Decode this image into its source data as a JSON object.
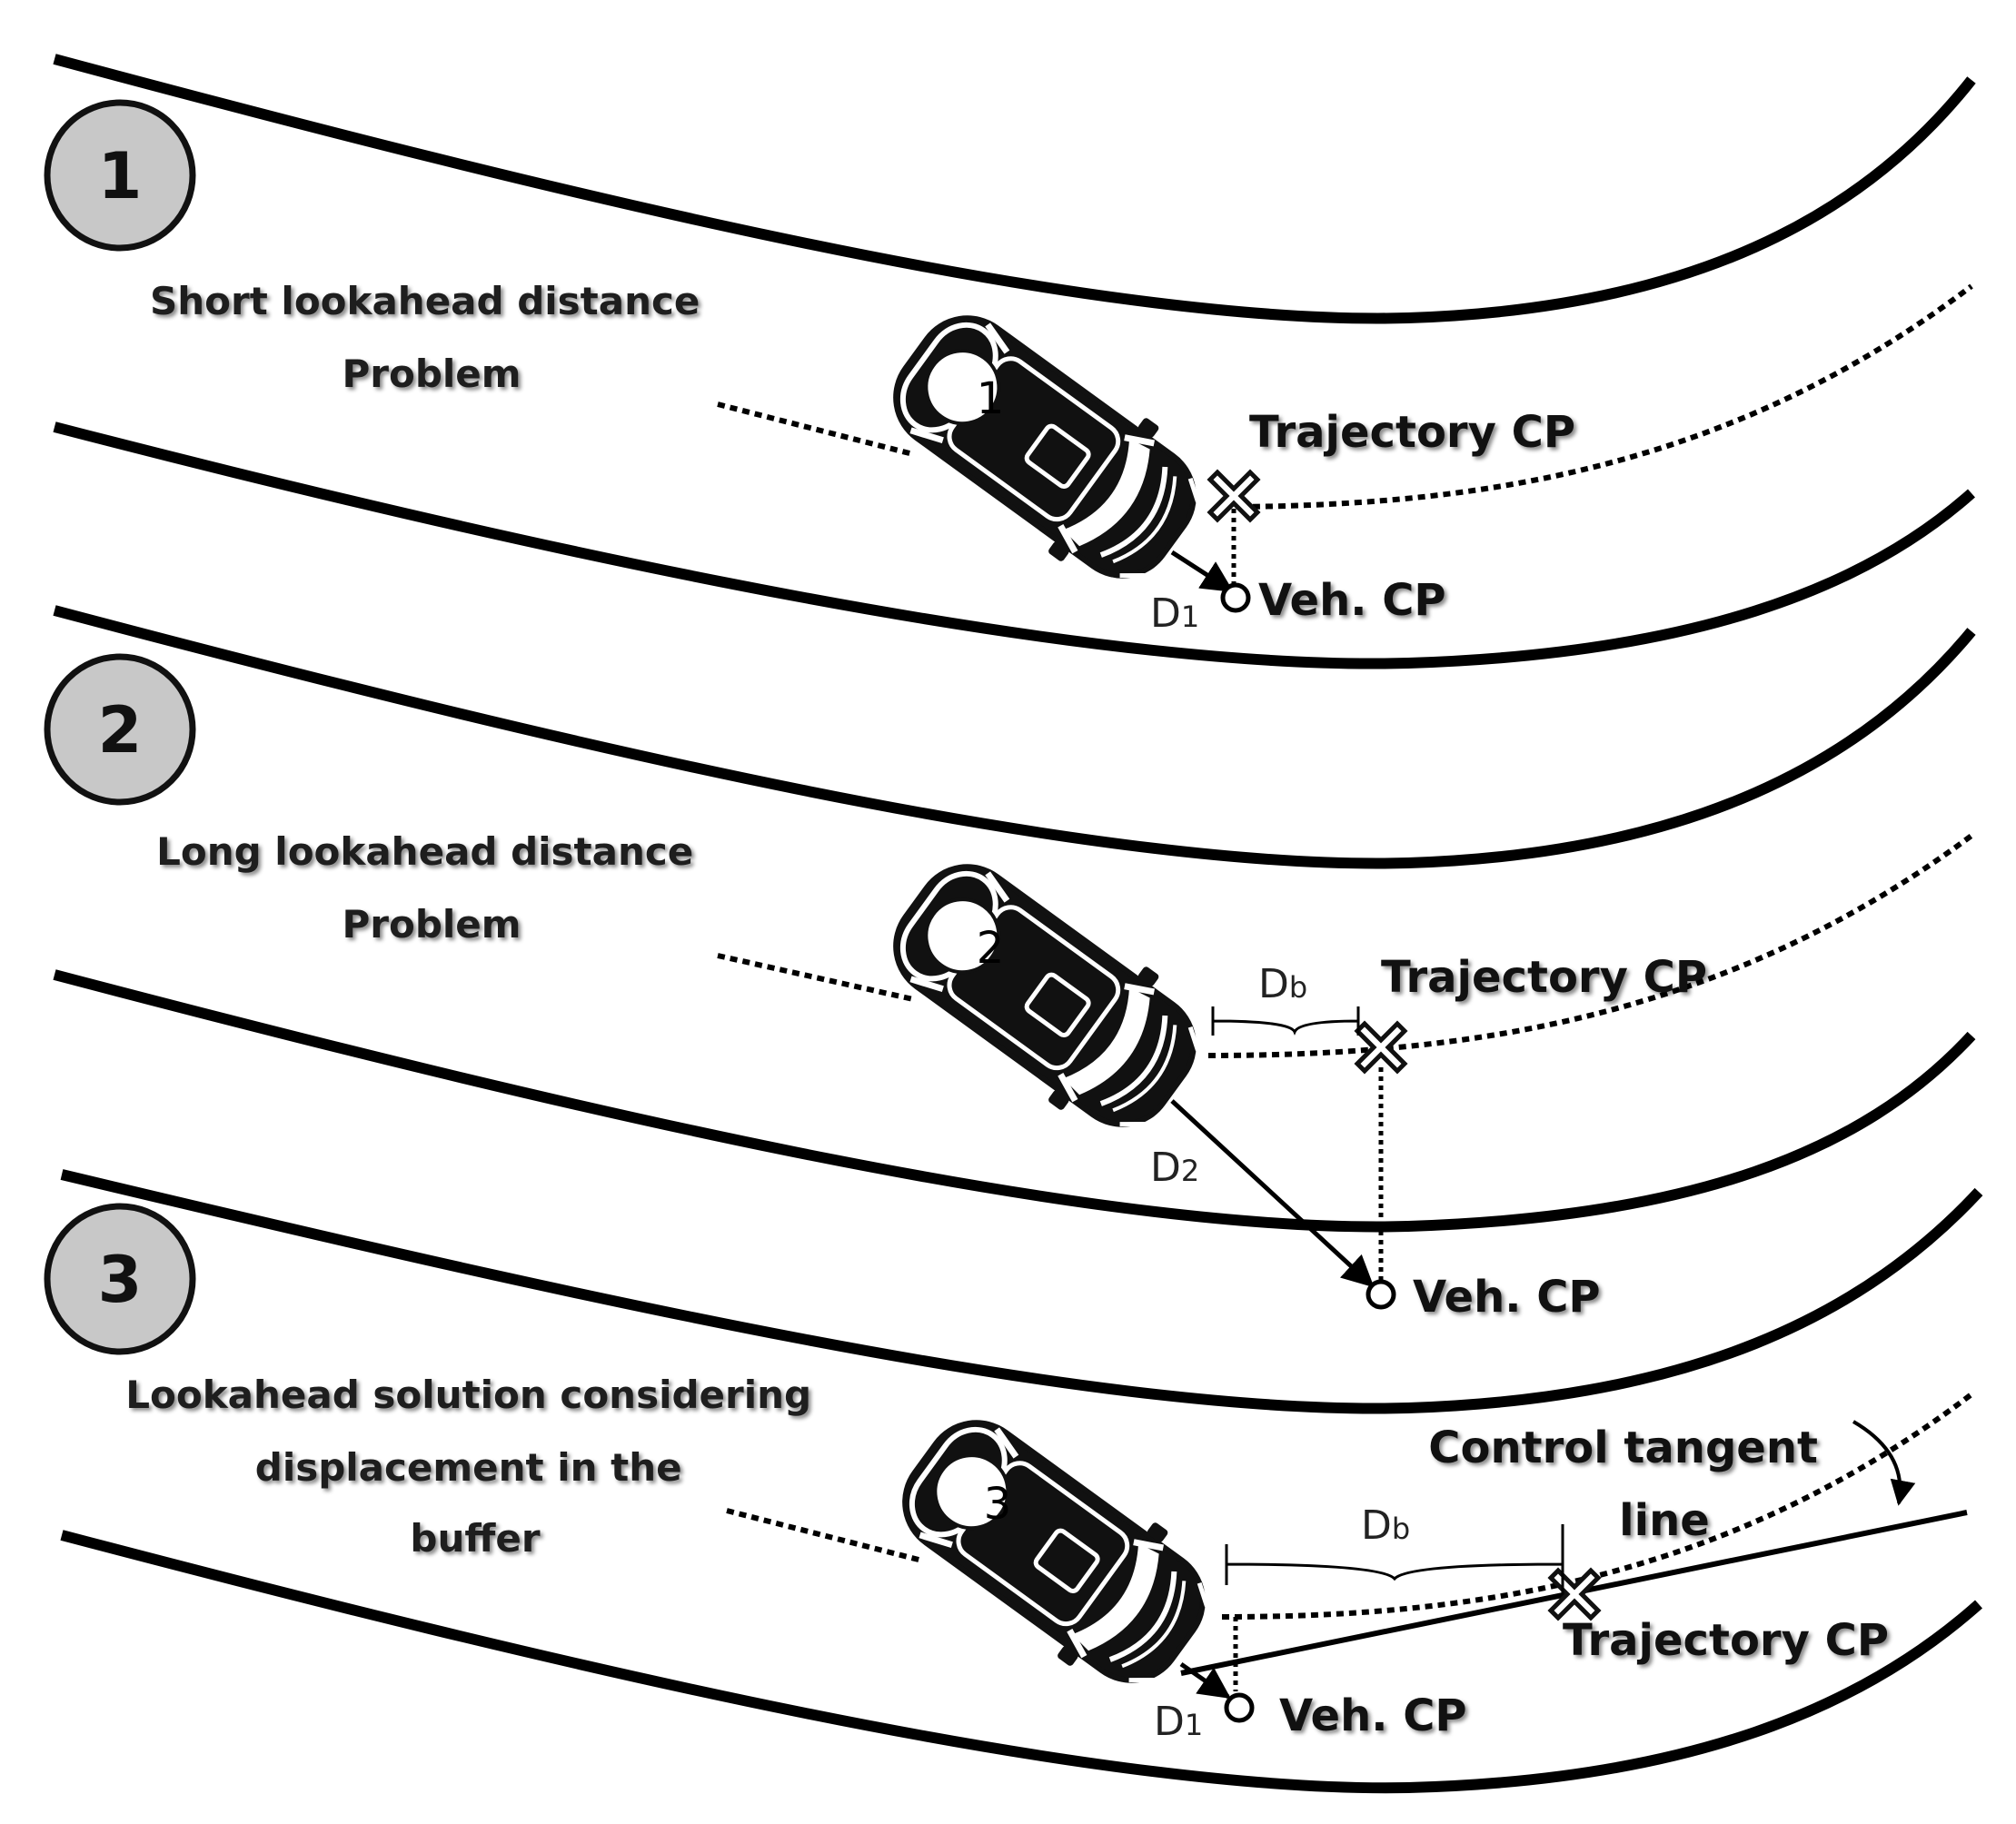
{
  "panels": [
    {
      "number": "1",
      "title_lines": [
        "Short lookahead distance",
        "Problem"
      ],
      "car_label": "1",
      "distance": {
        "letter": "D",
        "sub": "1"
      },
      "trajectory_cp": "Trajectory CP",
      "vehicle_cp": "Veh. CP"
    },
    {
      "number": "2",
      "title_lines": [
        "Long lookahead distance",
        "Problem"
      ],
      "car_label": "2",
      "distance": {
        "letter": "D",
        "sub": "2"
      },
      "buffer": {
        "letter": "D",
        "sub": "b"
      },
      "trajectory_cp": "Trajectory CP",
      "vehicle_cp": "Veh. CP"
    },
    {
      "number": "3",
      "title_lines": [
        "Lookahead solution considering",
        "displacement in the",
        "buffer"
      ],
      "car_label": "3",
      "distance": {
        "letter": "D",
        "sub": "1"
      },
      "buffer": {
        "letter": "D",
        "sub": "b"
      },
      "tangent_lines": [
        "Control tangent",
        "line"
      ],
      "trajectory_cp": "Trajectory CP",
      "vehicle_cp": "Veh. CP"
    }
  ]
}
